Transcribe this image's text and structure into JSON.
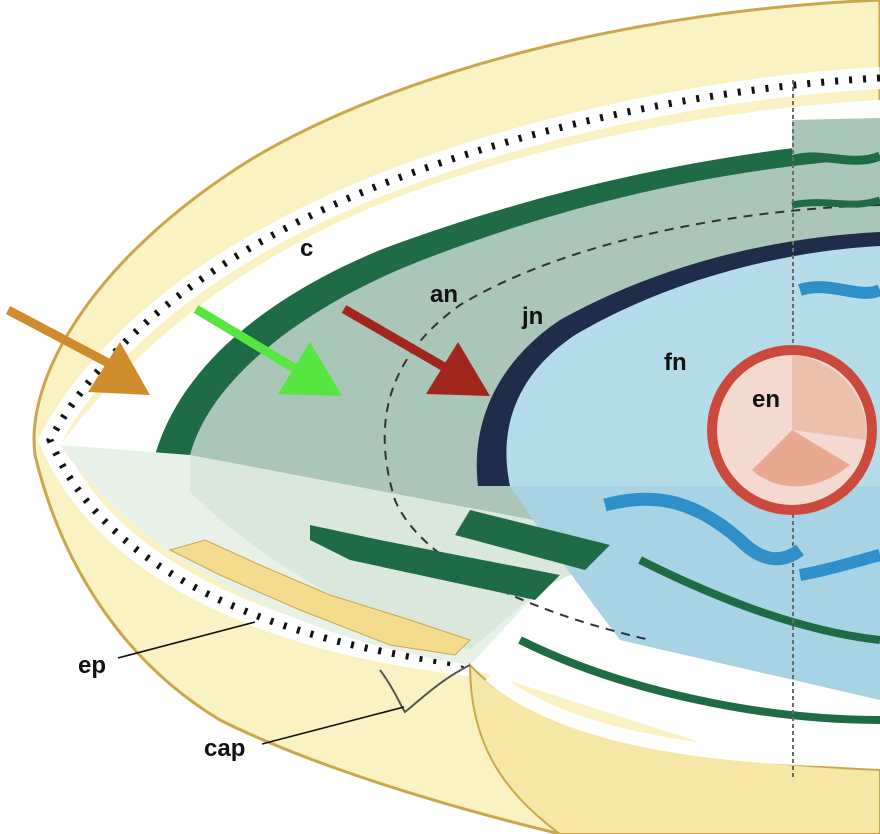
{
  "labels": {
    "c": "c",
    "an": "an",
    "jn": "jn",
    "fn": "fn",
    "en": "en",
    "ep": "ep",
    "cap": "cap"
  },
  "colors": {
    "capsule_outer": "#fbf2c4",
    "capsule_edge": "#c9a74a",
    "epithelium_dot": "#111111",
    "cortex_white": "#ffffff",
    "cortex_dark_green": "#1f6b45",
    "adult_nucleus": "#a9c6b9",
    "juvenile_band": "#1e2d4a",
    "fetal_nucleus": "#b4dde9",
    "embryonic_pink": "#f3d9cf",
    "embryonic_red": "#cc4a3b",
    "fiber_blue": "#2f8fc9",
    "arrow_orange": "#d08b2c",
    "arrow_green": "#56e63f",
    "arrow_red": "#a1261b",
    "ep_cells": "#f3dc8d"
  }
}
